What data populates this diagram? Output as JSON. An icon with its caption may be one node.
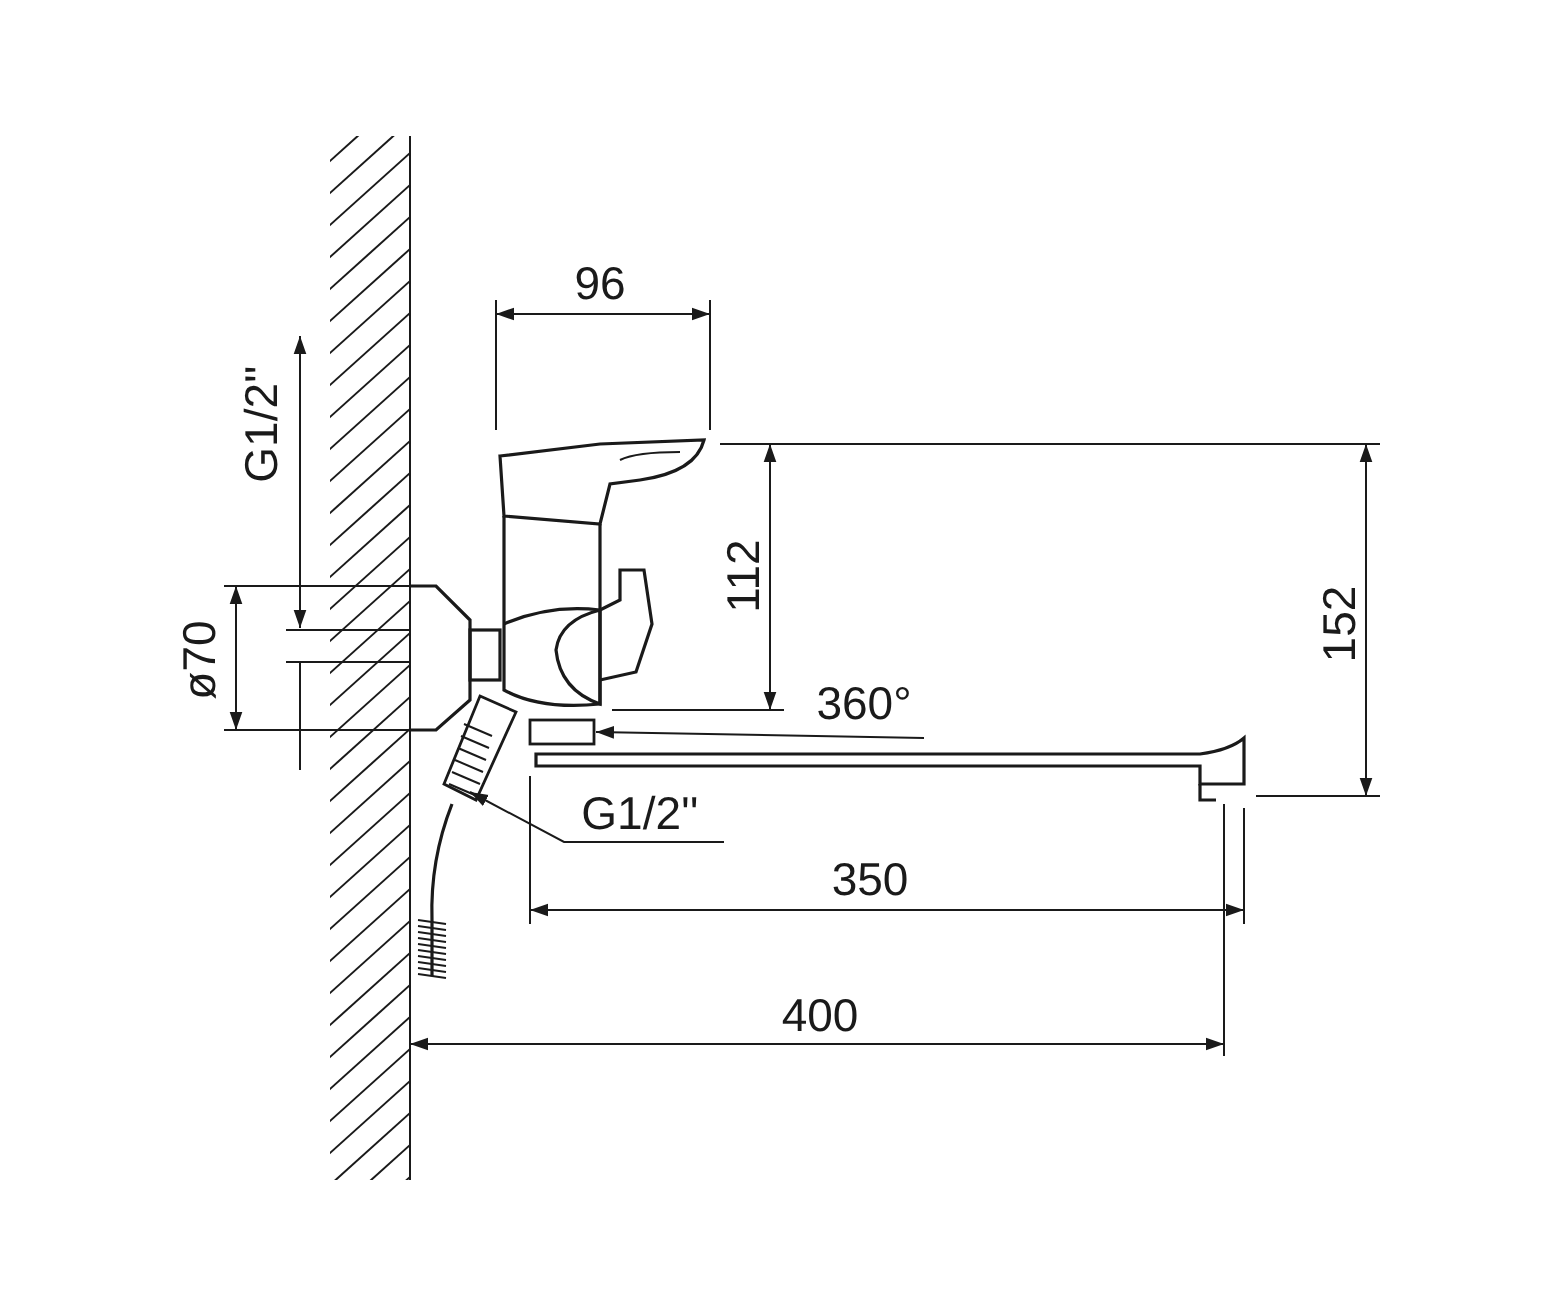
{
  "diagram": {
    "nodes": [
      {
        "text": [
          "360°"
        ]
      },
      {
        "text": [
          "G1/2''"
        ]
      },
      {
        "text": [],
        "shape": "box"
      },
      {
        "text": [],
        "shape": "box"
      }
    ],
    "edges": [
      {
        "from": 0,
        "to": 3,
        "arrow": "to"
      },
      {
        "from": 1,
        "to": 2,
        "arrow": "to"
      }
    ],
    "labels": [
      "96",
      "G1/2''",
      "112",
      "152",
      "ø70",
      "350",
      "400"
    ]
  }
}
